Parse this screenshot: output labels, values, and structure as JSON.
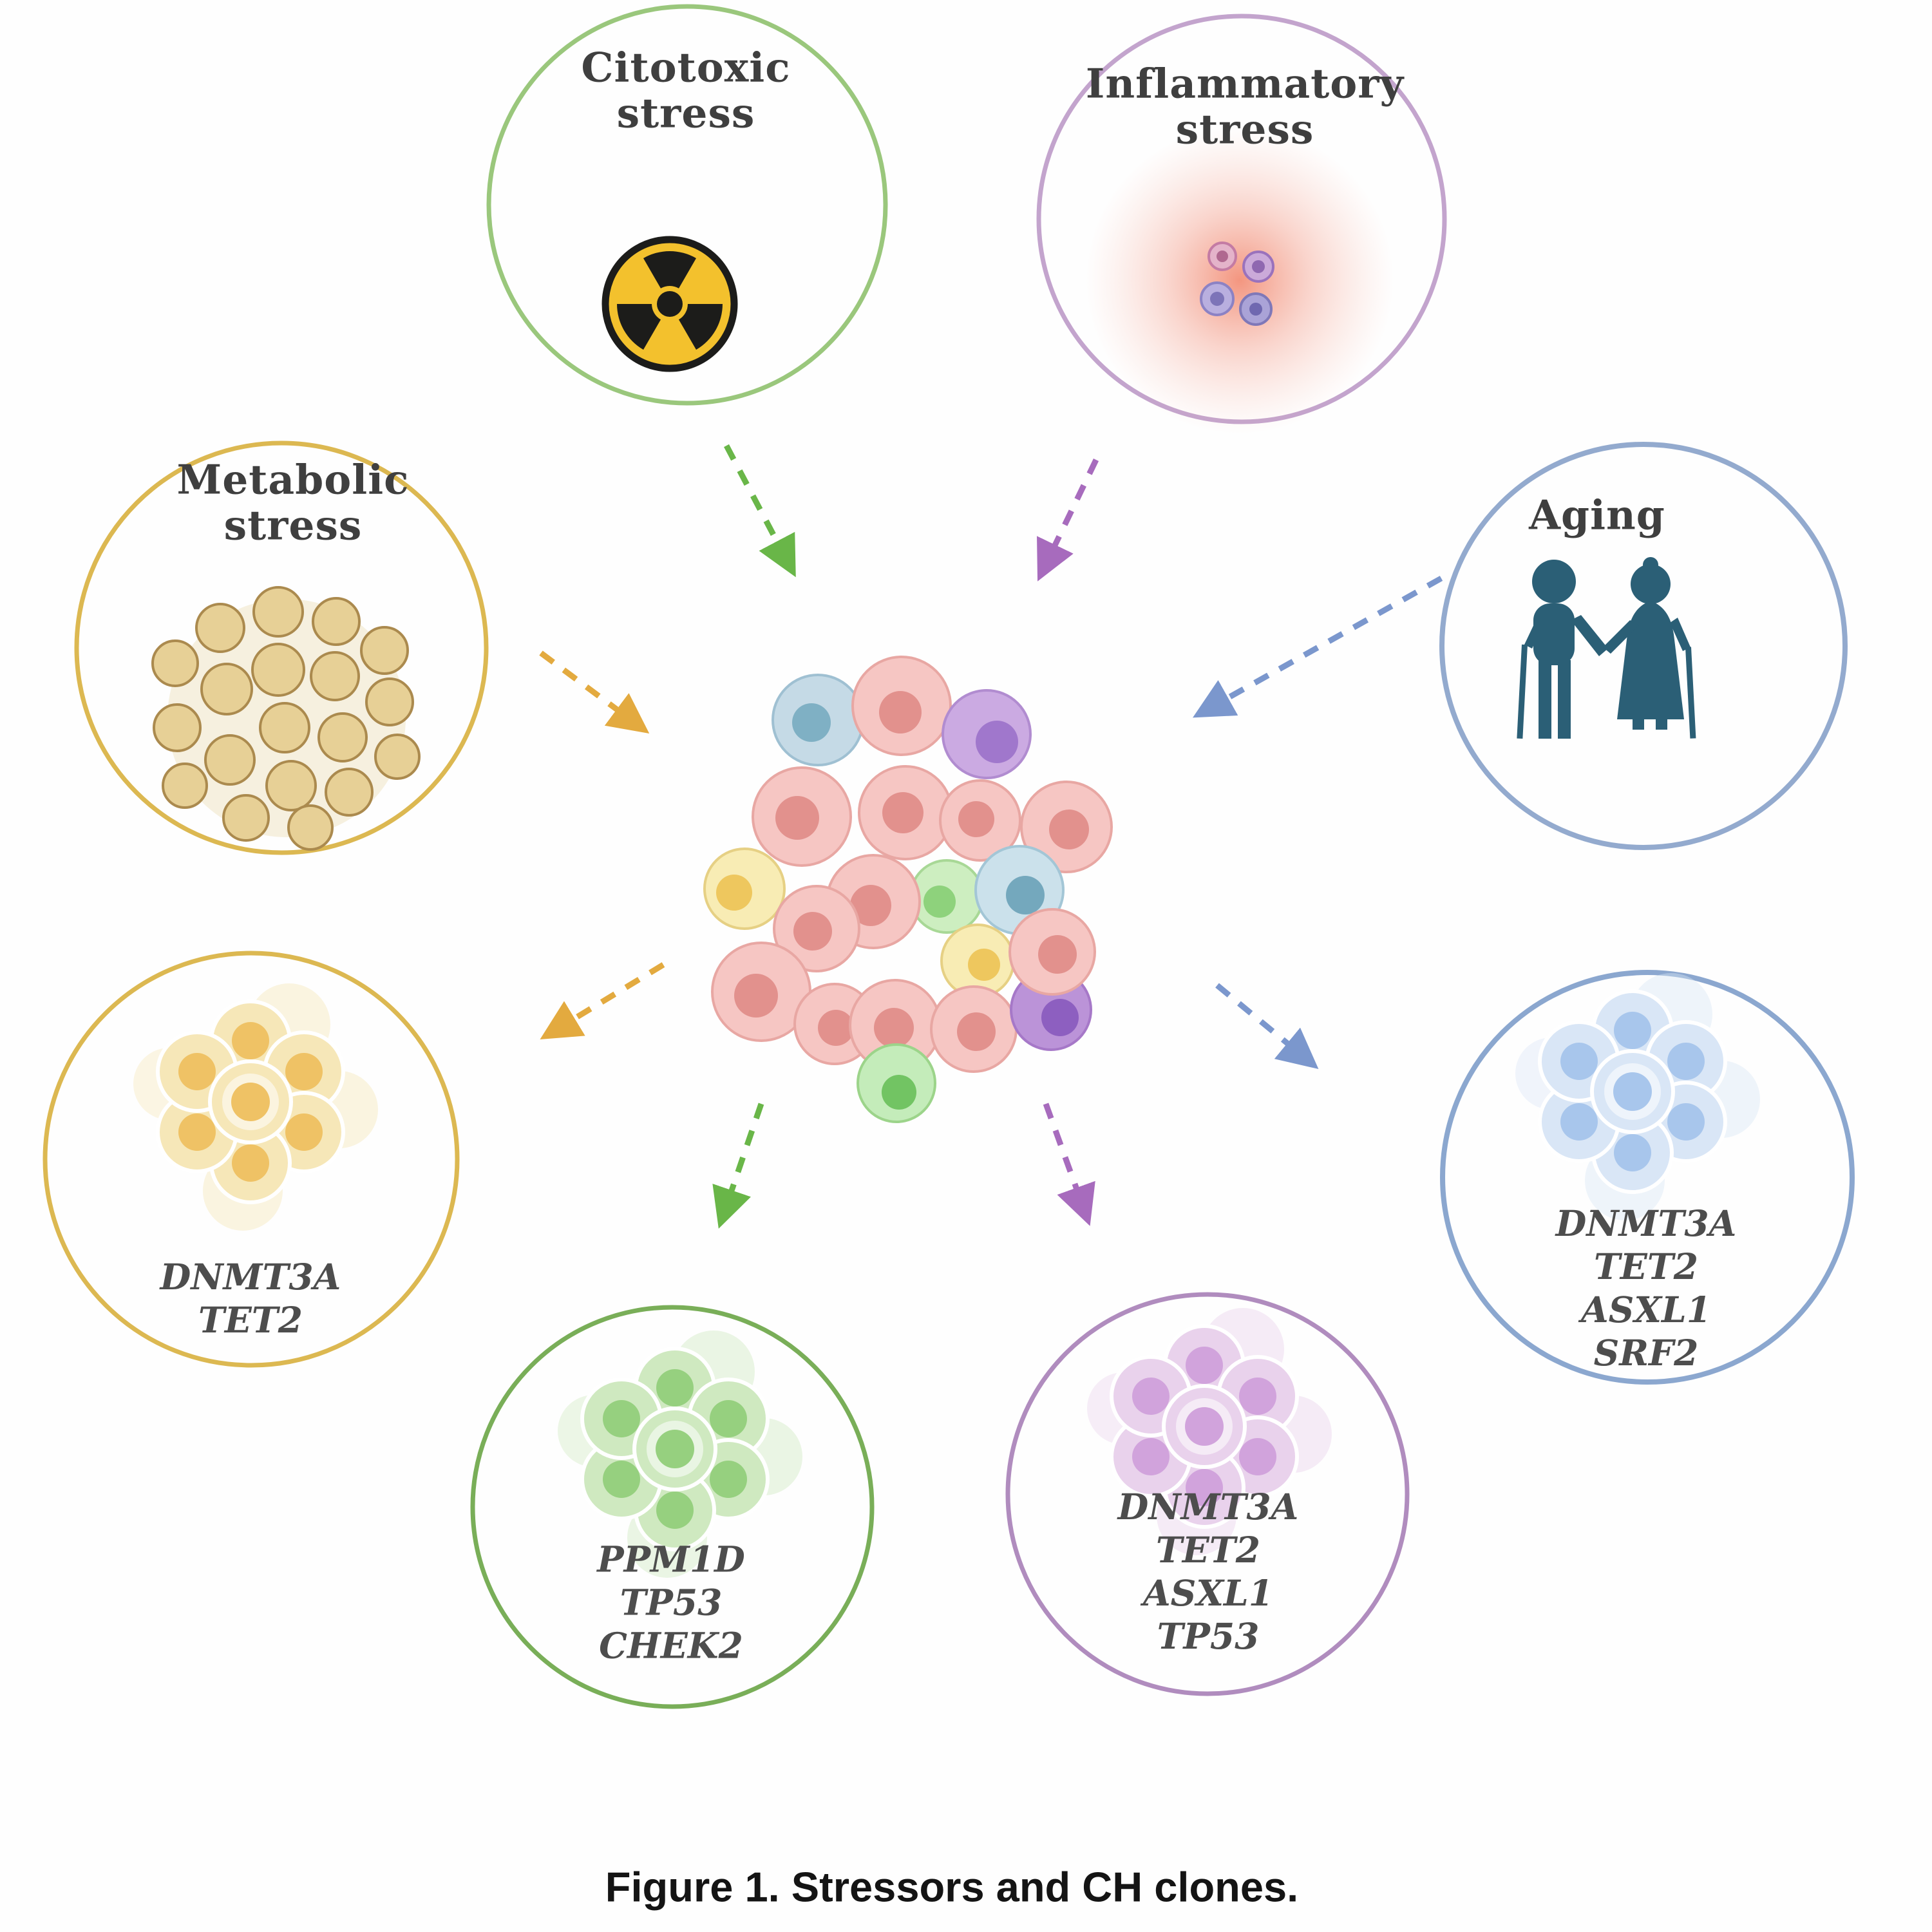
{
  "figure": {
    "caption": "Figure 1. Stressors and CH clones."
  },
  "colors": {
    "green_accent": "#69b648",
    "purple_accent": "#a76bbd",
    "gold_accent": "#e3aa3f",
    "blue_accent": "#7b97cd",
    "green_circle_border": "#9ac77c",
    "purple_circle_border": "#c3a4cd",
    "gold_circle_border": "#dcb851",
    "blue_circle_border": "#93aace",
    "aging_silhouette": "#2b5f76",
    "radiation_yellow": "#f3c12d",
    "radiation_black": "#1c1c1a"
  },
  "stressors": [
    {
      "id": "citotoxic",
      "label": "Citotoxic\nstress",
      "icon": "radiation-icon"
    },
    {
      "id": "inflammatory",
      "label": "Inflammatory\nstress",
      "icon": "inflamed-cells-icon"
    },
    {
      "id": "metabolic",
      "label": "Metabolic\nstress",
      "icon": "adipocyte-cluster-icon"
    },
    {
      "id": "aging",
      "label": "Aging",
      "icon": "elderly-couple-icon"
    }
  ],
  "clones": [
    {
      "id": "metabolic-clone",
      "genes": "DNMT3A\nTET2"
    },
    {
      "id": "cytotoxic-clone",
      "genes": "PPM1D\nTP53\nCHEK2"
    },
    {
      "id": "inflammatory-clone",
      "genes": "DNMT3A\nTET2\nASXL1\nTP53"
    },
    {
      "id": "aging-clone",
      "genes": "DNMT3A\nTET2\nASXL1\nSRF2"
    }
  ]
}
